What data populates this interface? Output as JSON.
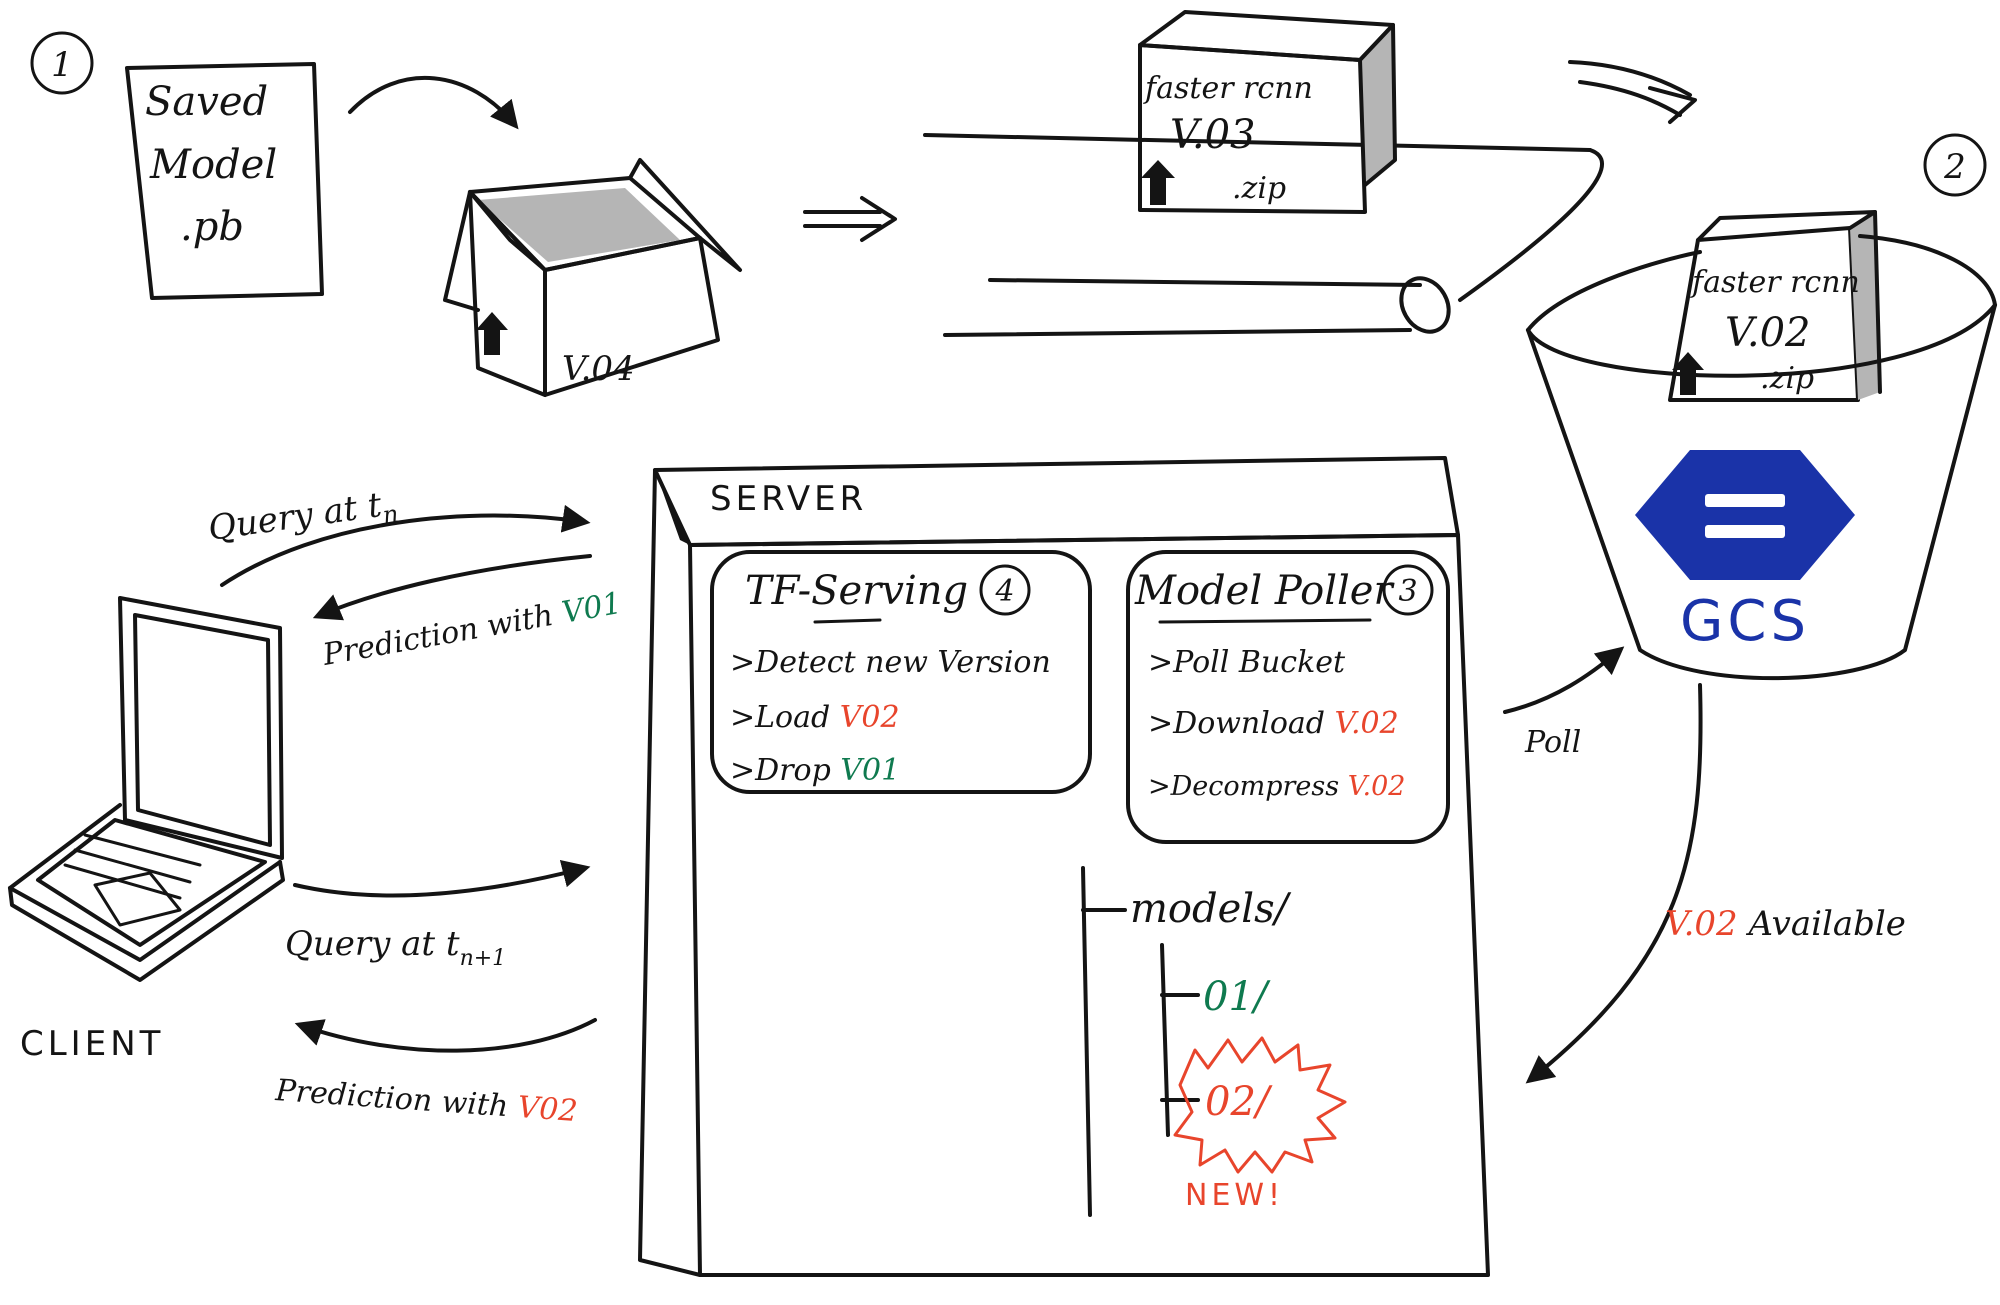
{
  "colors": {
    "ink": "#141414",
    "red": "#e8452c",
    "green": "#0f7a4f",
    "blue": "#1a33a8",
    "gray": "#b5b5b5"
  },
  "step1": {
    "num": "1",
    "file": [
      "Saved",
      "Model",
      ".pb"
    ],
    "box_label": "V.04"
  },
  "conveyor": {
    "box_name": "faster rcnn",
    "box_version": "V.03",
    "box_ext": ".zip"
  },
  "step2": {
    "num": "2",
    "box_name": "faster rcnn",
    "box_version": "V.02",
    "box_ext": ".zip",
    "bucket_label": "GCS"
  },
  "server": {
    "title": "SERVER",
    "tf_serving": {
      "title": "TF-Serving",
      "num": "4",
      "line1": ">Detect new Version",
      "line2_prefix": ">Load ",
      "line2_version": "V02",
      "line3_prefix": ">Drop ",
      "line3_version": "V01"
    },
    "poller": {
      "title": "Model Poller",
      "num": "3",
      "line1": ">Poll Bucket",
      "line2_prefix": ">Download ",
      "line2_version": "V.02",
      "line3_prefix": ">Decompress ",
      "line3_version": "V.02"
    },
    "tree": {
      "root": "models/",
      "v1": "01/",
      "v2": "02/",
      "new": "NEW!"
    }
  },
  "client": {
    "label": "CLIENT",
    "query1_main": "Query at t",
    "query1_sub": "n",
    "resp1_prefix": "Prediction with ",
    "resp1_version": "V01",
    "query2_main": "Query at t",
    "query2_sub": "n+1",
    "resp2_prefix": "Prediction with ",
    "resp2_version": "V02"
  },
  "links": {
    "poll": "Poll",
    "available_version": "V.02",
    "available_text": " Available"
  }
}
